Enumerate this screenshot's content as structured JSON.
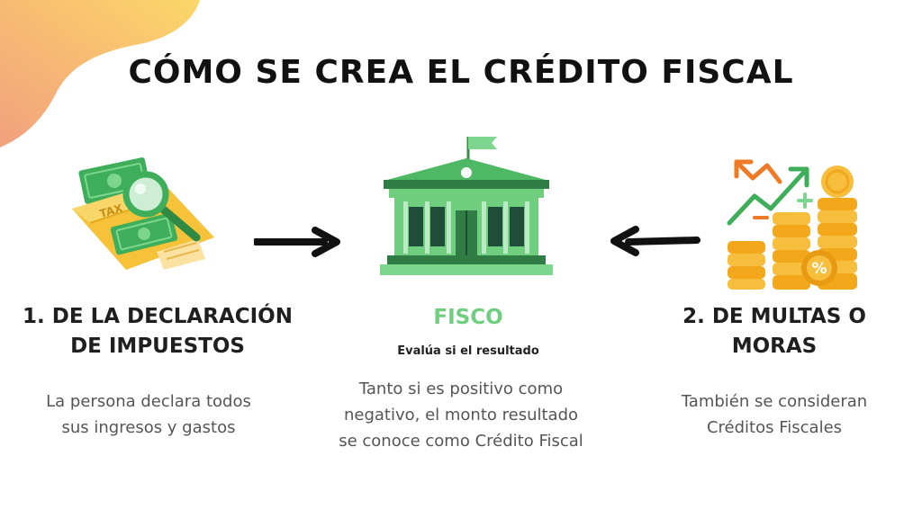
{
  "title": "CÓMO SE CREA EL CRÉDITO FISCAL",
  "colors": {
    "accent_green": "#6fcf7f",
    "money_green": "#3fae5a",
    "envelope_yellow": "#f6c23a",
    "coin_orange": "#f3a81c",
    "blob_orange": "#f4a97c",
    "blob_yellow": "#fbd46a",
    "arrow_black": "#111111"
  },
  "icons": {
    "left": "tax-money-magnifier-icon",
    "center": "government-building-icon",
    "right": "coins-growth-chart-icon"
  },
  "left": {
    "heading_lines": [
      "1. DE LA DECLARACIÓN",
      "DE IMPUESTOS"
    ],
    "body_lines": [
      "La persona declara todos",
      "sus ingresos y gastos"
    ],
    "tax_label": "TAX"
  },
  "center": {
    "heading": "FISCO",
    "subtitle": "Evalúa si el resultado",
    "body_lines": [
      "Tanto si es positivo como",
      "negativo, el monto resultado",
      "se conoce como Crédito Fiscal"
    ]
  },
  "right": {
    "heading_lines": [
      "2. DE MULTAS O",
      "MORAS"
    ],
    "body_lines": [
      "También se consideran",
      "Créditos Fiscales"
    ],
    "percent_symbol": "%"
  }
}
